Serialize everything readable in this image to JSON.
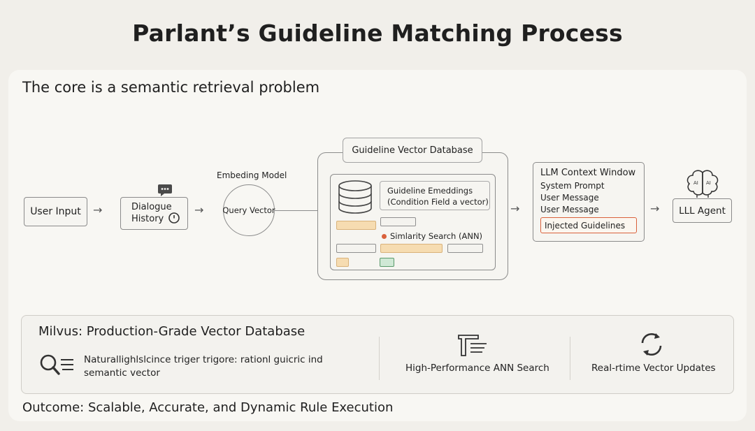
{
  "title": "Parlant’s Guideline Matching Process",
  "subtitle": "The core is a semantic retrieval problem",
  "flow": {
    "user_input": "User Input",
    "dialogue_history_line1": "Dialogue",
    "dialogue_history_line2": "History",
    "embedding_model": "Embeding Model",
    "query_vector": "Query Vector",
    "arrow": "→",
    "database": {
      "title": "Guideline Vector Database",
      "embeddings_line1": "Guideline Emeddings",
      "embeddings_line2": "(Condition Field a vector)",
      "search": "Simlarity Search (ANN)"
    },
    "llm_context": {
      "title": "LLM Context Window",
      "items": [
        "System Prompt",
        "User Message",
        "User Message"
      ],
      "injected": "Injected Guidelines"
    },
    "agent": "LLL Agent"
  },
  "milvus": {
    "title": "Milvus: Production-Grade Vector Database",
    "feature1_line1": "Naturallighlslcince triger trigore: rationl guicric ind",
    "feature1_line2": "semantic vector",
    "feature2": "High-Performance ANN Search",
    "feature3": "Real-rtime Vector Updates"
  },
  "outcome": "Outcome: Scalable, Accurate, and Dynamic Rule Execution",
  "colors": {
    "background": "#f1efea",
    "accent_orange": "#d9603b",
    "peach": "#f6dcb1",
    "green": "#cfe8d5"
  }
}
